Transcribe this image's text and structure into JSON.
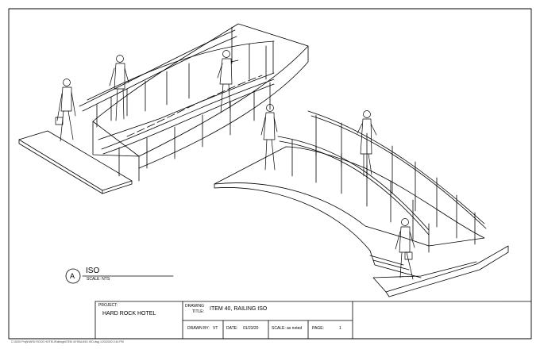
{
  "view": {
    "marker": "A",
    "title": "ISO",
    "scale": "SCALE: NTS"
  },
  "title_block": {
    "project_label": "PROJECT:",
    "project_name": "HARD ROCK HOTEL",
    "drawing_title_label_1": "DRAWING",
    "drawing_title_label_2": "TITLE:",
    "drawing_title": "ITEM 40, RAILING ISO",
    "drawn_by_label": "DRAWN BY:",
    "drawn_by": "VT",
    "date_label": "DATE:",
    "date": "01/23/20",
    "scale_label": "SCALE:",
    "scale": "as noted",
    "page_label": "PAGE:",
    "page": "1"
  },
  "footer": {
    "file_path": "C:\\2020 Proj\\HARD ROCK HOTEL\\Railings\\ITEM 40 RAILING ISO.dwg 1/23/2020 2:44 PM"
  }
}
